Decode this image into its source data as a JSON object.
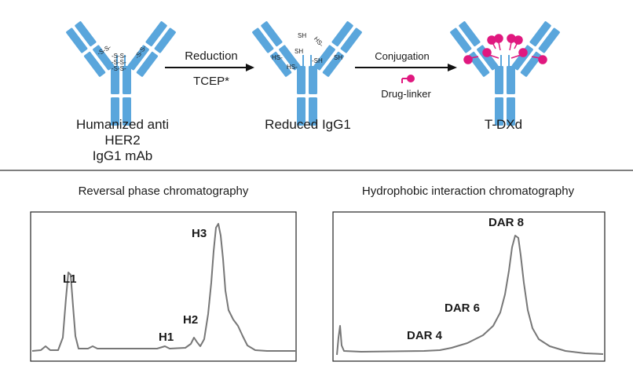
{
  "scheme": {
    "steps": [
      {
        "caption_lines": [
          "Humanized anti",
          "HER2",
          "IgG1 mAb"
        ]
      },
      {
        "caption_lines": [
          "Reduced IgG1"
        ]
      },
      {
        "caption_lines": [
          "T-DXd"
        ]
      }
    ],
    "arrow1": {
      "label_top": "Reduction",
      "label_bottom": "TCEP*"
    },
    "arrow2": {
      "label_top": "Conjugation",
      "label_bottom": "Drug-linker"
    },
    "disulfide_labels": {
      "bridge": "-S-S-",
      "thiol_left": "HS-",
      "thiol_right": "-SH",
      "thiol_plain": "SH"
    },
    "colors": {
      "antibody": "#5aa6dc",
      "drug": "#e0187f",
      "trace": "#777777"
    },
    "icons": [
      "antibody-icon",
      "drug-linker-icon"
    ]
  },
  "panels": {
    "rpc": {
      "title": "Reversal phase chromatography",
      "peaks": [
        {
          "label": "L1"
        },
        {
          "label": "H1"
        },
        {
          "label": "H2"
        },
        {
          "label": "H3"
        }
      ]
    },
    "hic": {
      "title": "Hydrophobic interaction chromatography",
      "peaks": [
        {
          "label": "DAR 4"
        },
        {
          "label": "DAR 6"
        },
        {
          "label": "DAR 8"
        }
      ]
    }
  }
}
